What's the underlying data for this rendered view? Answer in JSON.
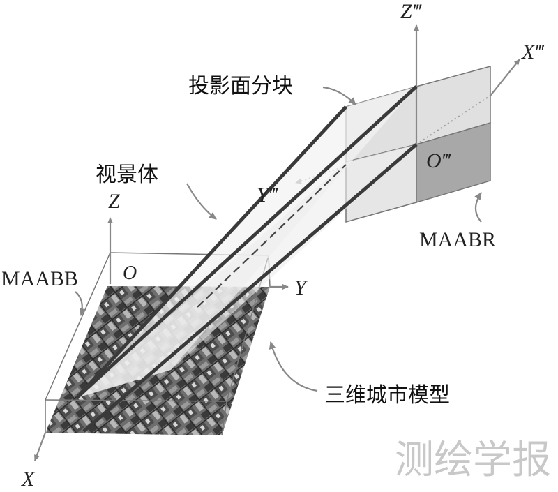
{
  "labels": {
    "projection_block": "投影面分块",
    "view_volume": "视景体",
    "city_model": "三维城市模型",
    "maabr": "MAABR",
    "maabb": "MAABB"
  },
  "axes": {
    "world_z": "Z",
    "world_x": "X",
    "world_y": "Y",
    "world_origin": "O",
    "proj_z": "Z‴",
    "proj_x": "X‴",
    "proj_y": "Y‴",
    "proj_origin": "O‴"
  },
  "watermark": "测绘学报",
  "colors": {
    "line": "#555555",
    "beam_edge": "#3a3a3a",
    "panel_light": "#e0e0e0",
    "panel_dark": "#a8a8a8",
    "arrow": "#888888"
  }
}
